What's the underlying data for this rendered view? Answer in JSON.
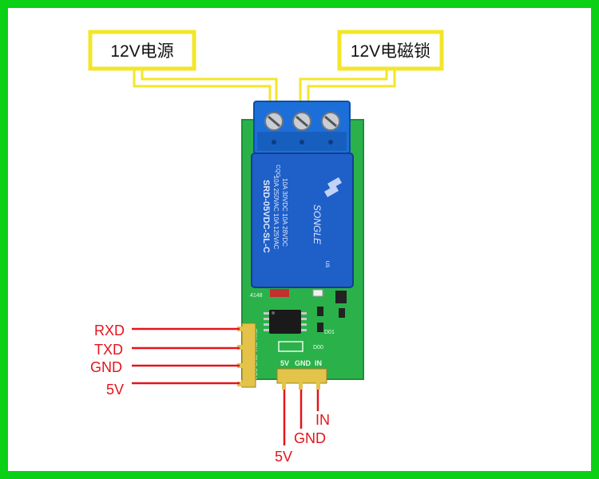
{
  "frame_color": "#0bd016",
  "top_labels": {
    "power": "12V电源",
    "lock": "12V电磁锁"
  },
  "relay": {
    "line1": "SRD-05VDC-SL-C",
    "line2": "10A 250VAC  10A 125VAC",
    "line3": "10A 30VDC  10A 28VDC",
    "brand": "SONGLE",
    "cert": "CQC",
    "ul": "us"
  },
  "board": {
    "silk_side": "VCC GND TXD RXD",
    "silk_4148": "4148",
    "silk_d01": "D01",
    "silk_d00": "D00",
    "pin_5v": "5V",
    "pin_gnd": "GND",
    "pin_in": "IN"
  },
  "left_pins": {
    "rxd": "RXD",
    "txd": "TXD",
    "gnd": "GND",
    "vcc": "5V"
  },
  "bottom_pins": {
    "in": "IN",
    "gnd": "GND",
    "vcc": "5V"
  },
  "colors": {
    "label_box": "#f3e62a",
    "wire_yellow": "#f3e62a",
    "pin_label_red": "#e4141b",
    "pcb_green": "#2bb14a",
    "relay_blue": "#1f5fc8",
    "terminal_blue": "#1c6fd8"
  }
}
